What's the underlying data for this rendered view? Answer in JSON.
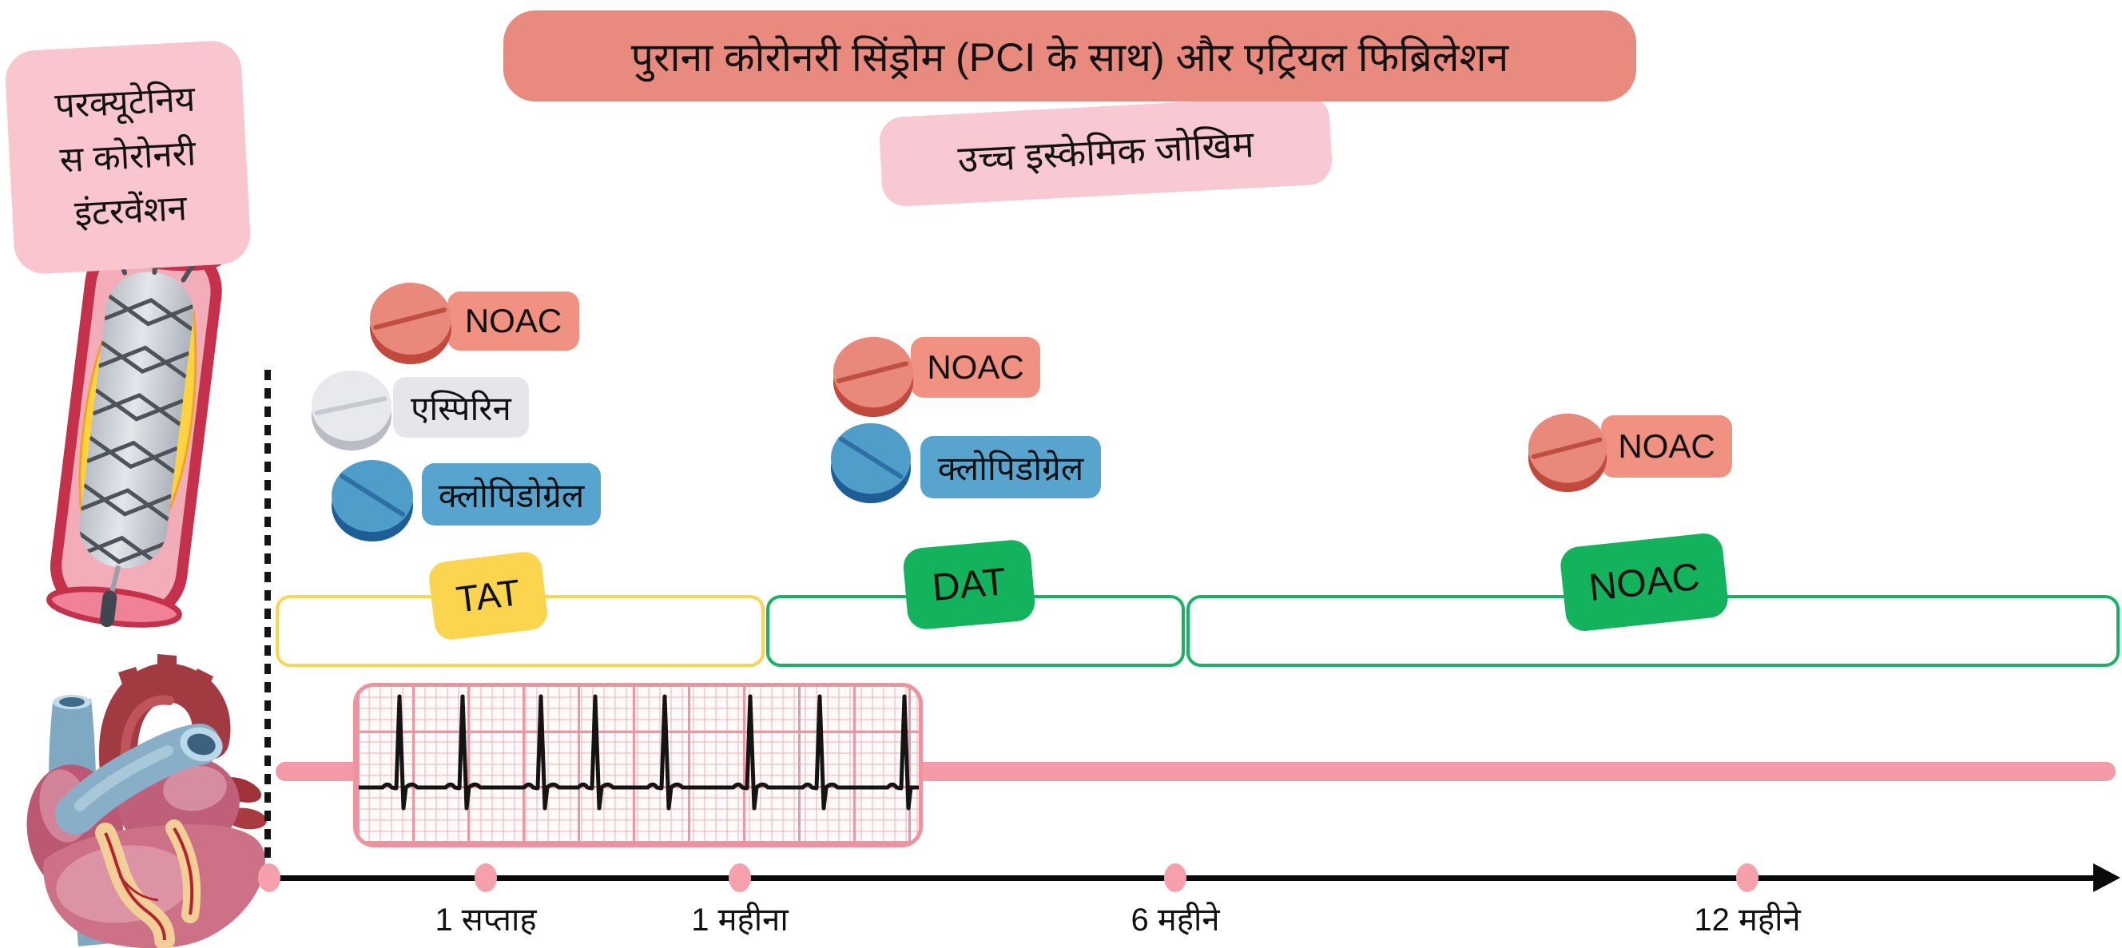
{
  "header": {
    "title": "पुराना कोरोनरी सिंड्रोम (PCI के साथ) और एट्रियल फिब्रिलेशन",
    "subtitle": "उच्च इस्केमिक जोखिम"
  },
  "pci_label": {
    "line1": "परक्यूटेनिय",
    "line2": "स कोरोनरी",
    "line3": "इंटरवेंशन"
  },
  "pills": {
    "phase1_noac": "NOAC",
    "phase1_aspirin": "एस्पिरिन",
    "phase1_clopidogrel": "क्लोपिडोग्रेल",
    "phase2_noac": "NOAC",
    "phase2_clopidogrel": "क्लोपिडोग्रेल",
    "phase3_noac": "NOAC"
  },
  "phases": {
    "tat": "TAT",
    "dat": "DAT",
    "noac": "NOAC"
  },
  "timeline": {
    "tick1": "1 सप्ताह",
    "tick2": "1 महीना",
    "tick3": "6 महीने",
    "tick4": "12 महीने"
  },
  "colors": {
    "title_bg": "#e98a7e",
    "subtitle_bg": "#f8c9d2",
    "pci_label_bg": "#f9c6cf",
    "noac_pill": "#e8897b",
    "noac_label_bg": "#f09182",
    "aspirin_pill": "#e7e9ed",
    "aspirin_label_bg": "#e4e6eb",
    "clopidogrel_pill": "#4f9dc9",
    "clopidogrel_label_bg": "#57a5ce",
    "tat_yellow": "#fcd54f",
    "phase_green": "#12b35c",
    "therapy_line_pink": "#f49aa6",
    "tick_dot_pink": "#f5a0ab",
    "ecg_grid_pink": "#f0929e",
    "axis_black": "#0a0a0a"
  }
}
